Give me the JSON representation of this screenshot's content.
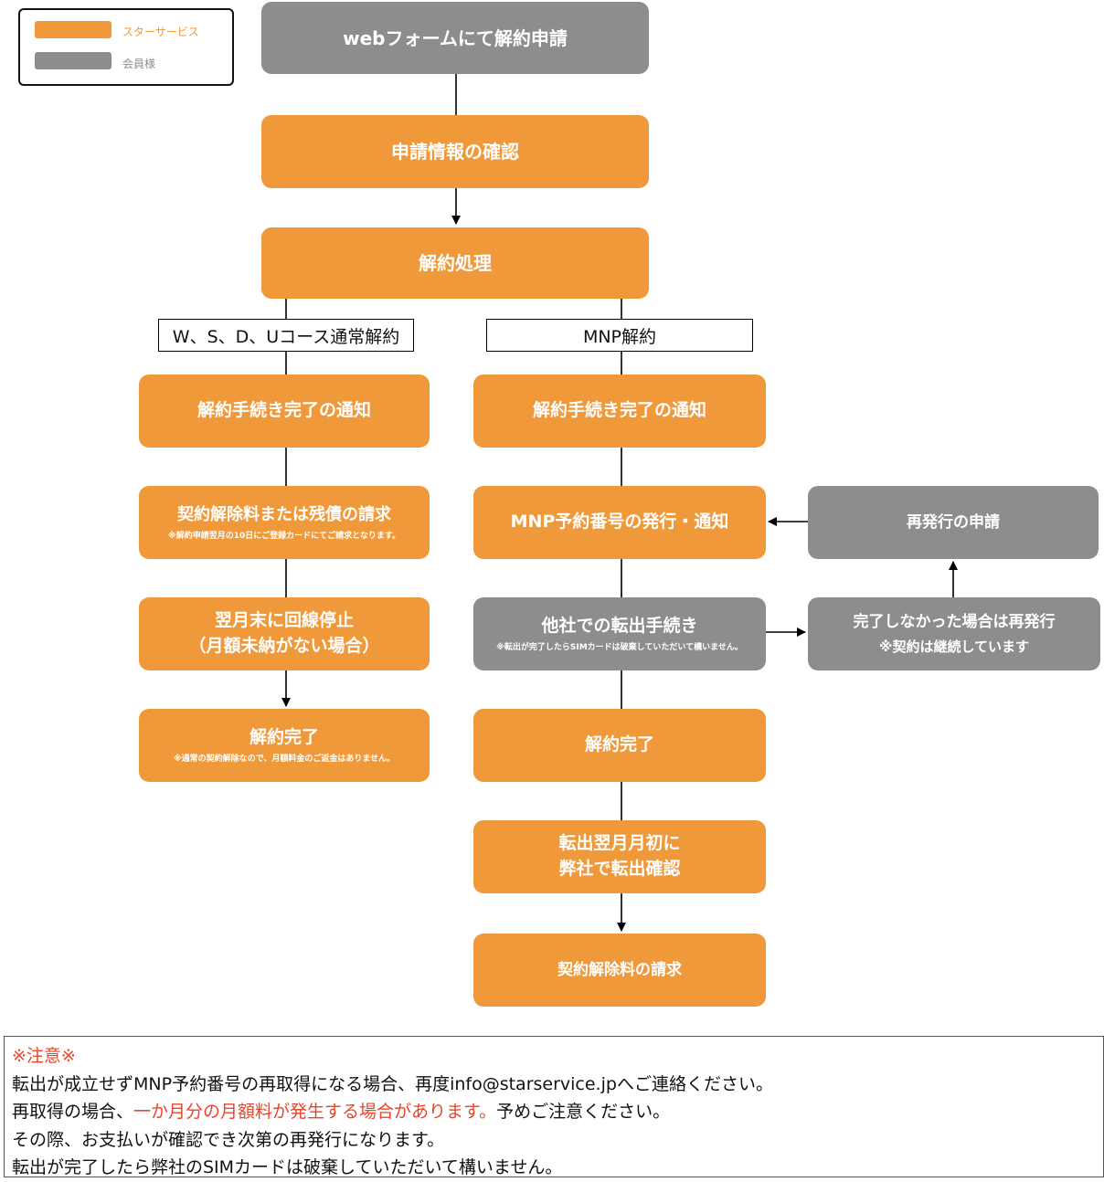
{
  "legend": {
    "items": [
      {
        "label": "スターサービス",
        "color": "#f0993a"
      },
      {
        "label": "会員様",
        "color": "#8d8d8d"
      }
    ]
  },
  "nodes": {
    "web_form": "webフォームにて解約申請",
    "confirm": "申請情報の確認",
    "process": "解約処理",
    "branch_left": "W、S、D、Uコース通常解約",
    "branch_right": "MNP解約",
    "left_notify": "解約手続き完了の通知",
    "left_fee": "契約解除料または残債の請求",
    "left_fee_note": "※解約申請翌月の10日にご登録カードにてご請求となります。",
    "left_stop_line1": "翌月末に回線停止",
    "left_stop_line2": "（月額未納がない場合）",
    "left_done": "解約完了",
    "left_done_note": "※通常の契約解除なので、月額料金のご返金はありません。",
    "right_notify": "解約手続き完了の通知",
    "right_mnp": "MNP予約番号の発行・通知",
    "right_transfer": "他社での転出手続き",
    "right_transfer_note": "※転出が完了したらSIMカードは破棄していただいて構いません。",
    "right_done": "解約完了",
    "right_confirm_line1": "転出翌月月初に",
    "right_confirm_line2": "弊社で転出確認",
    "right_fee": "契約解除料の請求",
    "reissue": "再発行の申請",
    "reissue_cond": "完了しなかった場合は再発行",
    "reissue_note": "※契約は継続しています"
  },
  "notice": {
    "title": "※注意※",
    "line1": "転出が成立せずMNP予約番号の再取得になる場合、再度info@starservice.jpへご連絡ください。",
    "line2_a": "再取得の場合、",
    "line2_red": "一か月分の月額料が発生する場合があります。",
    "line2_b": "予めご注意ください。",
    "line3": "その際、お支払いが確認でき次第の再発行になります。",
    "line4": "転出が完了したら弊社のSIMカードは破棄していただいて構いません。"
  },
  "colors": {
    "orange": "#f0993a",
    "gray": "#8d8d8d",
    "notice_red": "#e8452c"
  }
}
